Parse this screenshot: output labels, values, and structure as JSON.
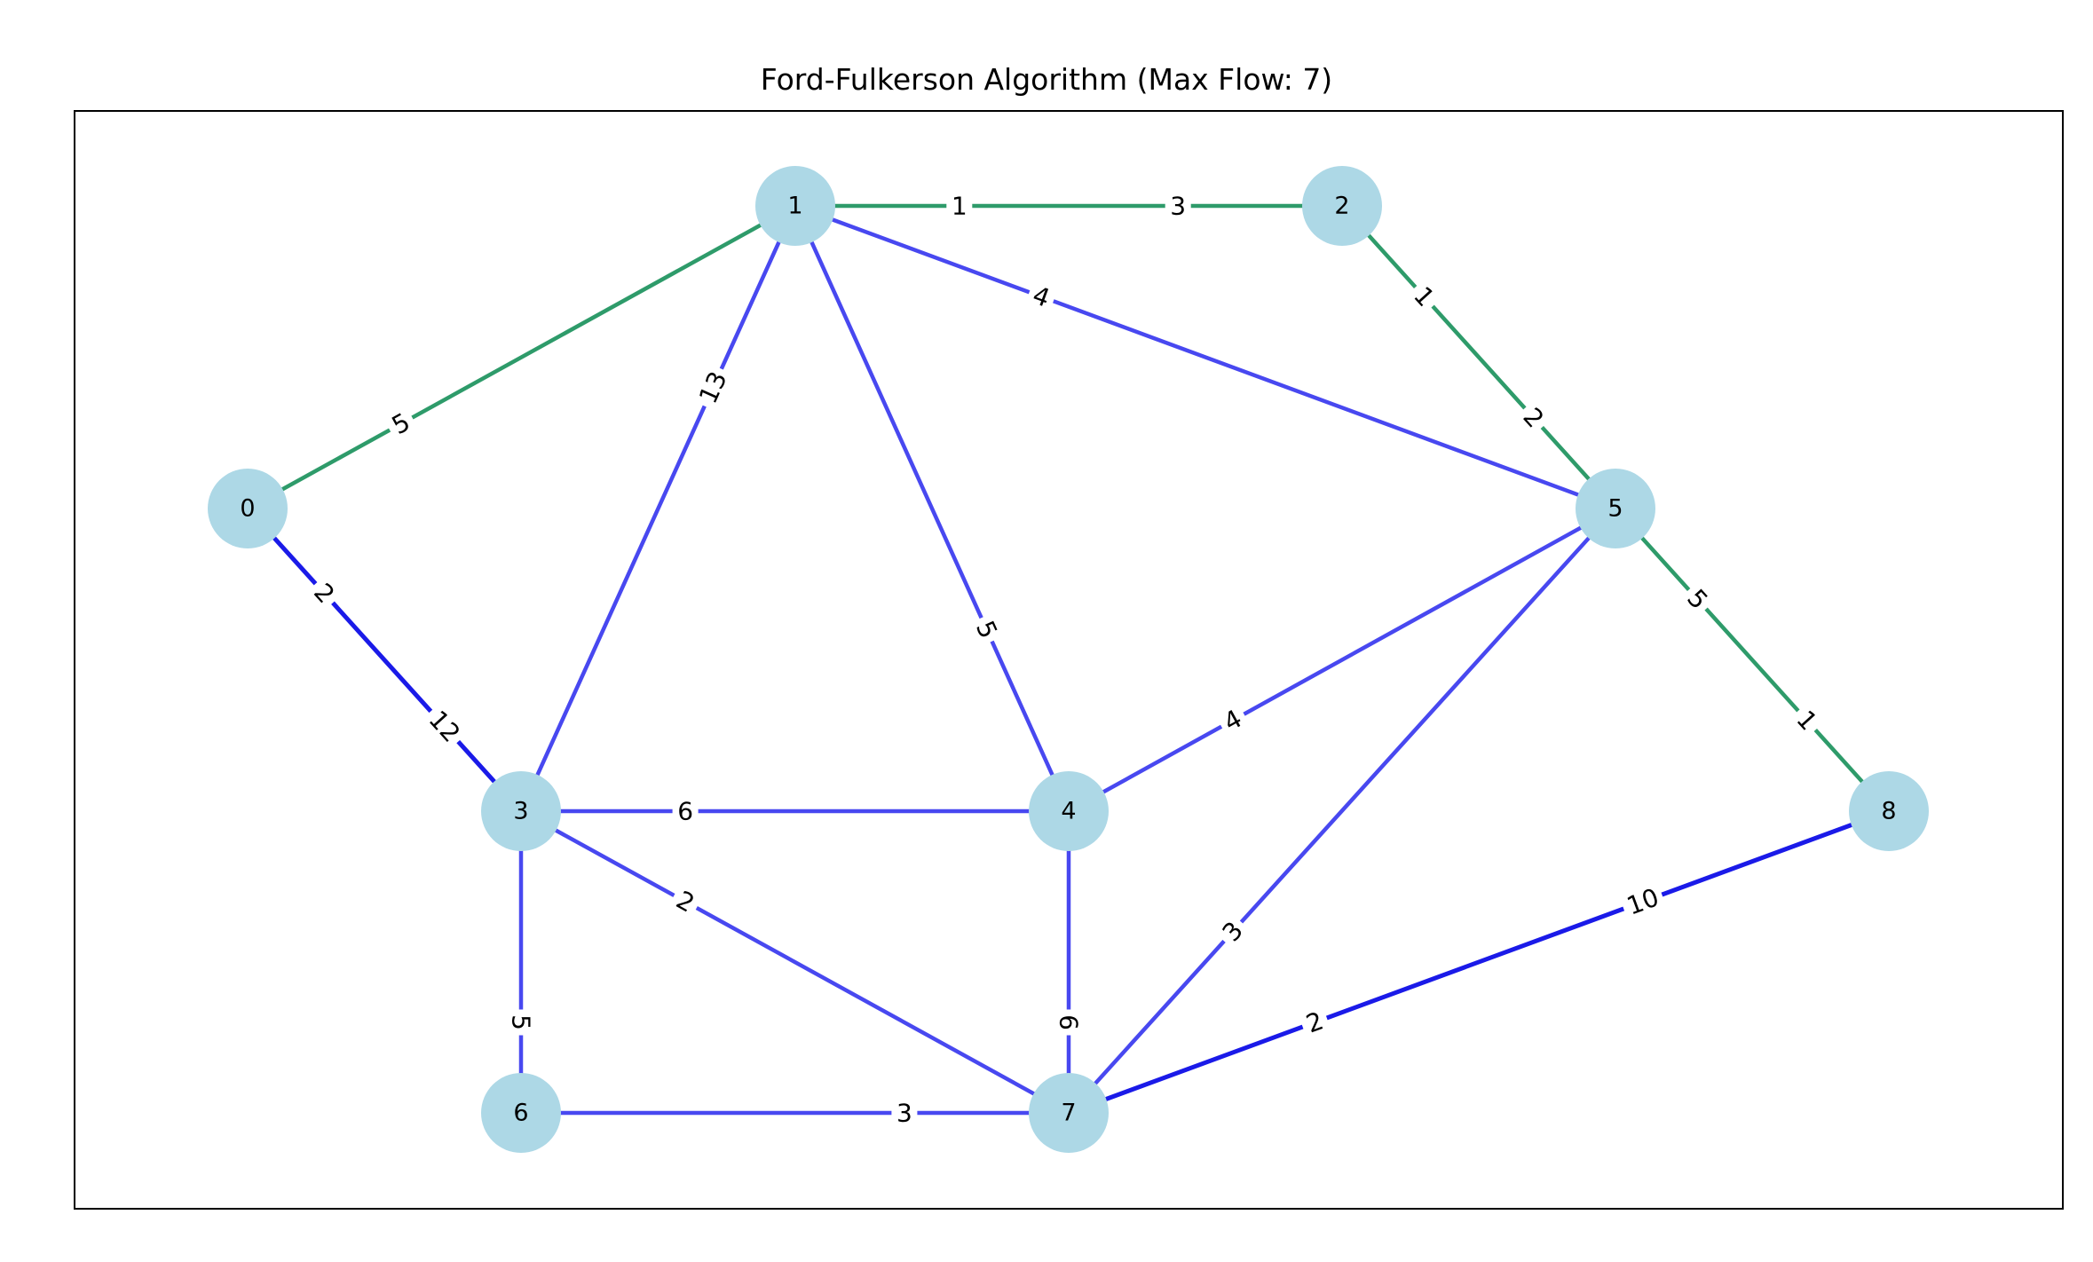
{
  "title": "Ford-Fulkerson Algorithm (Max Flow: 7)",
  "colors": {
    "node_fill": "#add8e6",
    "frame": "#000000",
    "label_background": "#ffffff",
    "edge_style": {
      "flow": "#2e9b6a",
      "residual": "#4848f0",
      "residual_strong": "#1a1ae8"
    }
  },
  "nodes": [
    {
      "id": "0",
      "label": "0"
    },
    {
      "id": "1",
      "label": "1"
    },
    {
      "id": "2",
      "label": "2"
    },
    {
      "id": "3",
      "label": "3"
    },
    {
      "id": "4",
      "label": "4"
    },
    {
      "id": "5",
      "label": "5"
    },
    {
      "id": "6",
      "label": "6"
    },
    {
      "id": "7",
      "label": "7"
    },
    {
      "id": "8",
      "label": "8"
    }
  ],
  "edges": [
    {
      "source": "0",
      "target": "1",
      "style": "flow",
      "labels": [
        {
          "text": "5",
          "t": 0.28
        }
      ]
    },
    {
      "source": "0",
      "target": "3",
      "style": "residual_strong",
      "labels": [
        {
          "text": "2",
          "t": 0.28
        },
        {
          "text": "12",
          "t": 0.72
        }
      ]
    },
    {
      "source": "1",
      "target": "2",
      "style": "flow",
      "labels": [
        {
          "text": "1",
          "t": 0.3
        },
        {
          "text": "3",
          "t": 0.7
        }
      ]
    },
    {
      "source": "1",
      "target": "3",
      "style": "residual",
      "labels": [
        {
          "text": "13",
          "t": 0.3
        }
      ]
    },
    {
      "source": "1",
      "target": "4",
      "style": "residual",
      "labels": [
        {
          "text": "5",
          "t": 0.7
        }
      ]
    },
    {
      "source": "1",
      "target": "5",
      "style": "residual",
      "labels": [
        {
          "text": "4",
          "t": 0.3
        }
      ]
    },
    {
      "source": "2",
      "target": "5",
      "style": "flow",
      "labels": [
        {
          "text": "1",
          "t": 0.3
        },
        {
          "text": "2",
          "t": 0.7
        }
      ]
    },
    {
      "source": "5",
      "target": "8",
      "style": "flow",
      "labels": [
        {
          "text": "5",
          "t": 0.3
        },
        {
          "text": "1",
          "t": 0.7
        }
      ]
    },
    {
      "source": "3",
      "target": "4",
      "style": "residual",
      "labels": [
        {
          "text": "6",
          "t": 0.3
        }
      ]
    },
    {
      "source": "3",
      "target": "6",
      "style": "residual",
      "labels": [
        {
          "text": "5",
          "t": 0.7
        }
      ]
    },
    {
      "source": "3",
      "target": "7",
      "style": "residual",
      "labels": [
        {
          "text": "2",
          "t": 0.3
        }
      ]
    },
    {
      "source": "4",
      "target": "5",
      "style": "residual",
      "labels": [
        {
          "text": "4",
          "t": 0.3
        }
      ]
    },
    {
      "source": "4",
      "target": "7",
      "style": "residual",
      "labels": [
        {
          "text": "6",
          "t": 0.7
        }
      ]
    },
    {
      "source": "5",
      "target": "7",
      "style": "residual",
      "labels": [
        {
          "text": "3",
          "t": 0.7
        }
      ]
    },
    {
      "source": "6",
      "target": "7",
      "style": "residual",
      "labels": [
        {
          "text": "3",
          "t": 0.7
        }
      ]
    },
    {
      "source": "7",
      "target": "8",
      "style": "residual_strong",
      "labels": [
        {
          "text": "2",
          "t": 0.3
        },
        {
          "text": "10",
          "t": 0.7
        }
      ]
    }
  ]
}
